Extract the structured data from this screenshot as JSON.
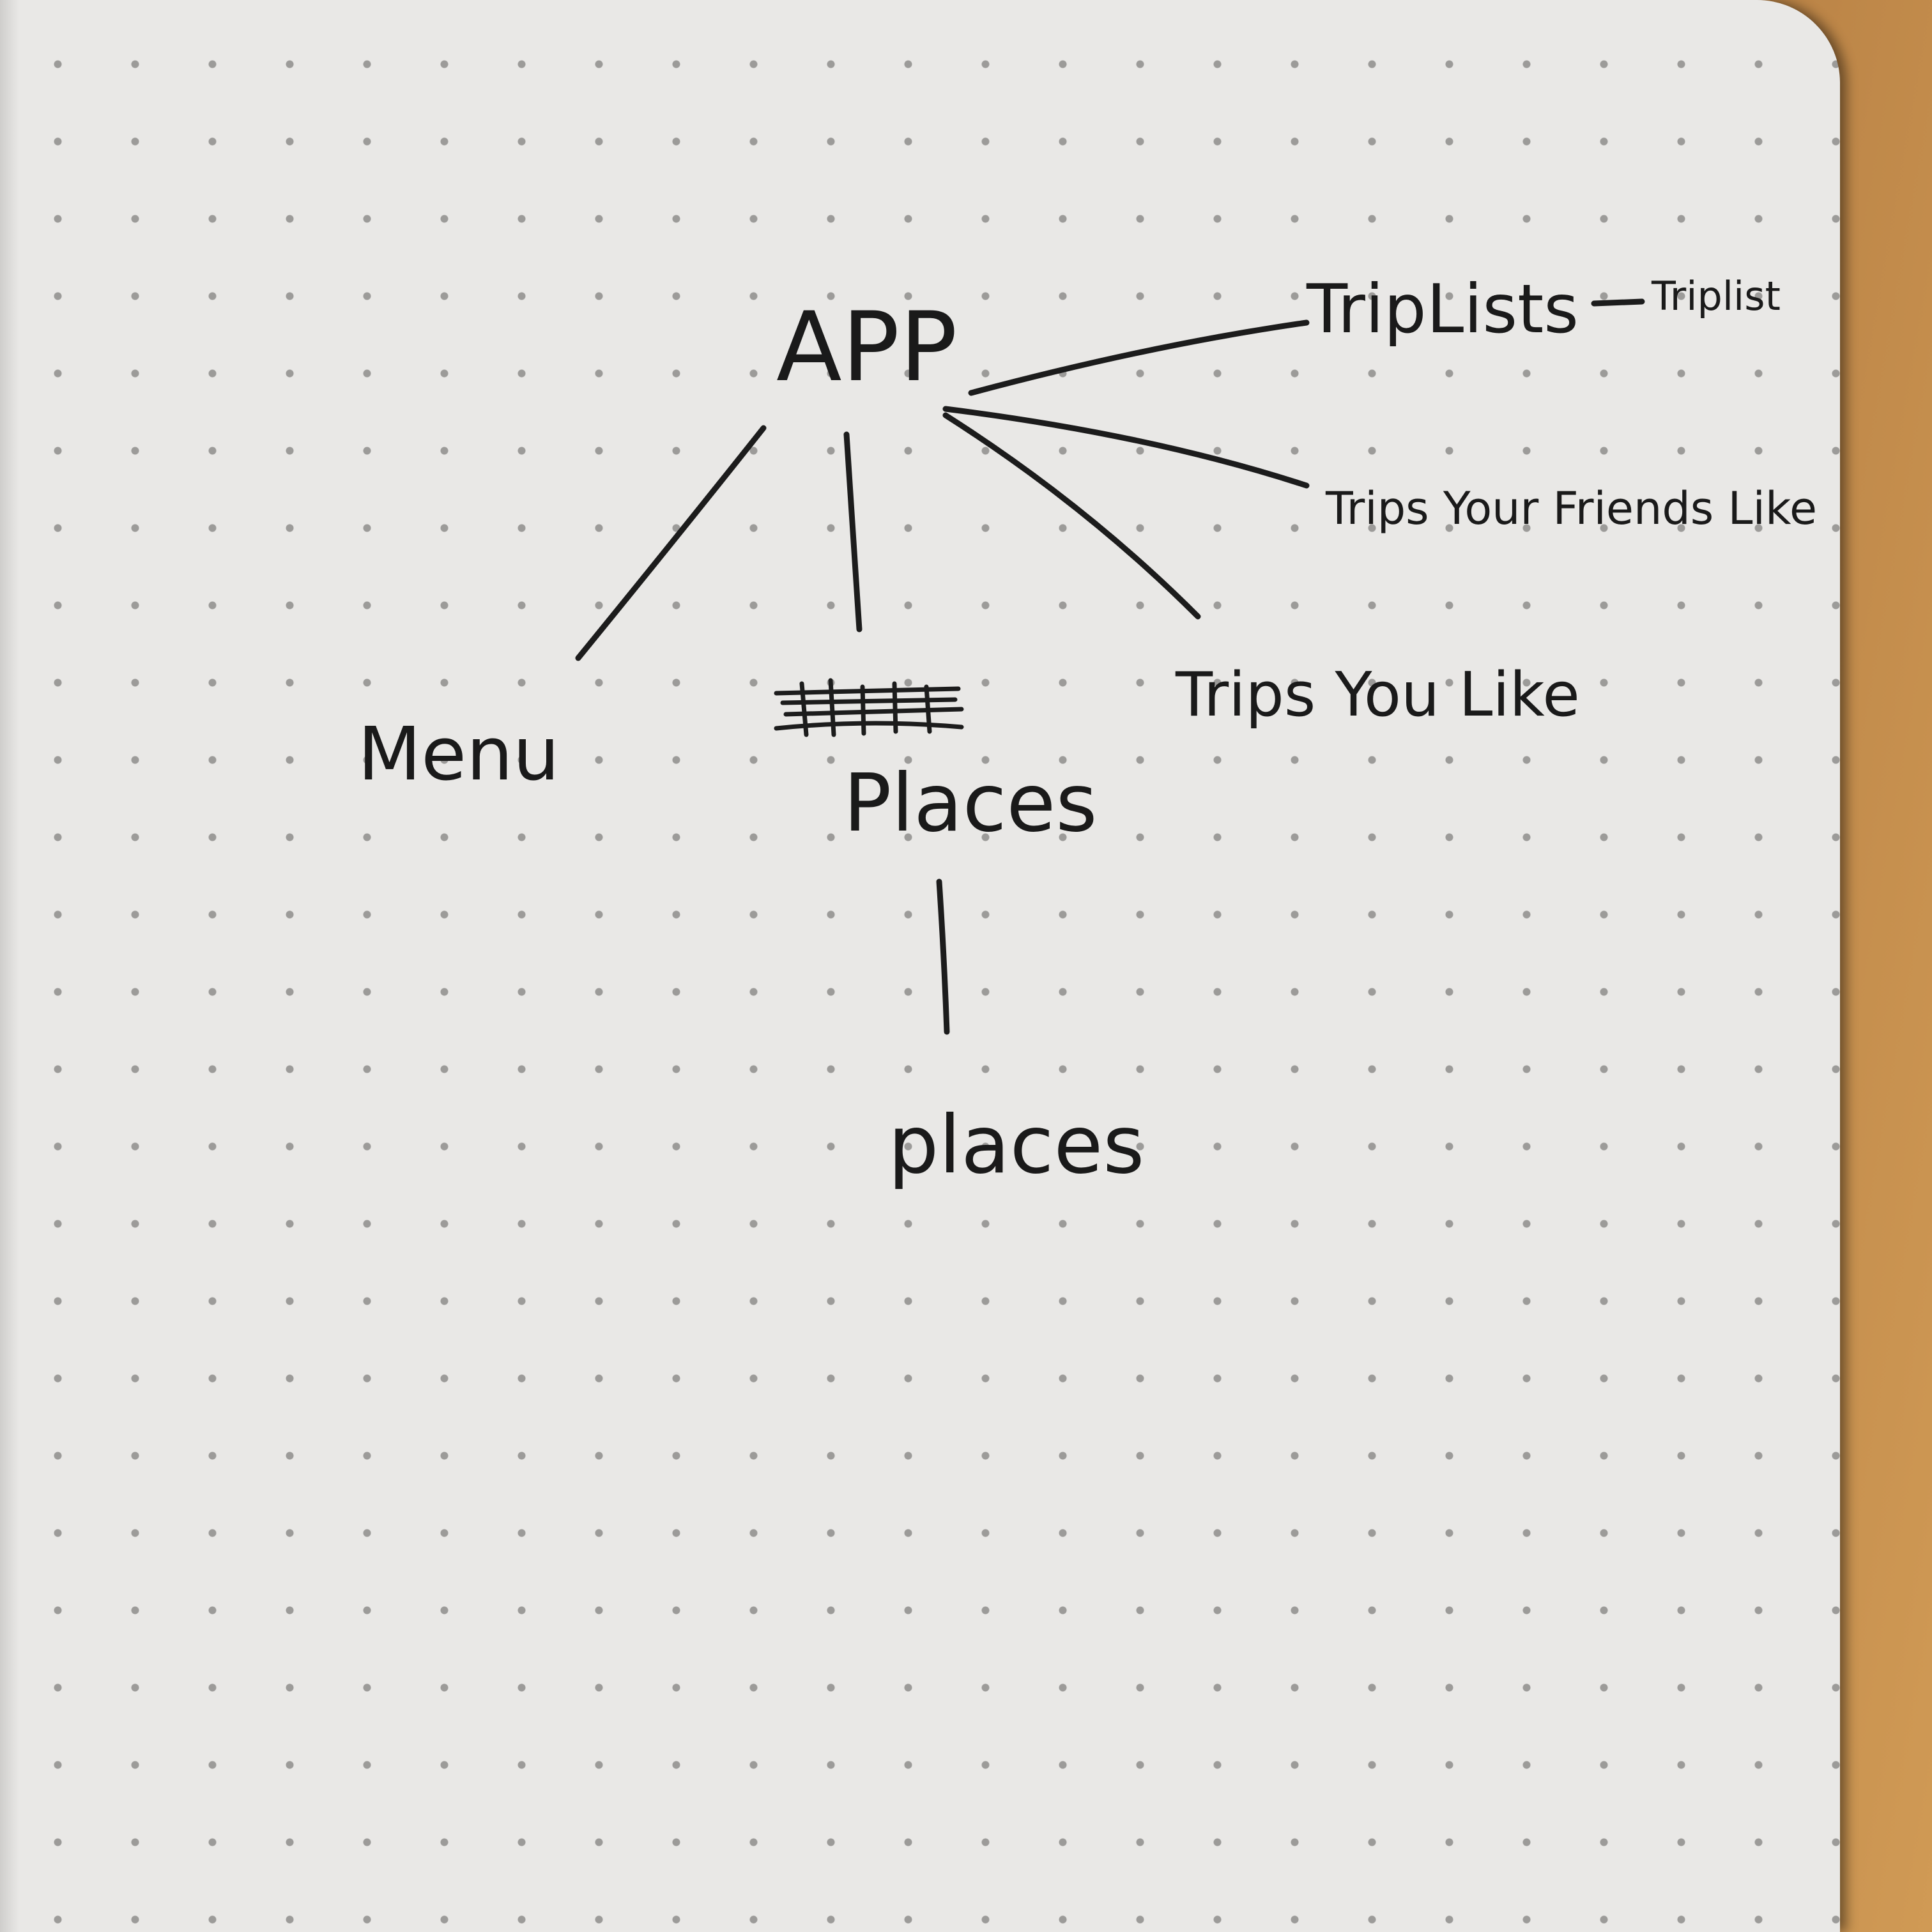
{
  "diagram": {
    "nodes": {
      "app": "APP",
      "menu": "Menu",
      "places": "Places",
      "places_child": "places",
      "trips_you_like": "Trips You Like",
      "trips_your_friends_like": "Trips Your Friends Like",
      "triplists": "TripLists",
      "triplist": "Triplist"
    },
    "edges": [
      [
        "app",
        "menu"
      ],
      [
        "app",
        "places"
      ],
      [
        "app",
        "trips_you_like"
      ],
      [
        "app",
        "trips_your_friends_like"
      ],
      [
        "app",
        "triplists"
      ],
      [
        "triplists",
        "triplist"
      ],
      [
        "places",
        "places_child"
      ]
    ],
    "colors": {
      "ink": "#1c1c1c",
      "paper": "#e9e8e6",
      "dot": "#9c9b99",
      "desk": "#b07a3e"
    }
  }
}
